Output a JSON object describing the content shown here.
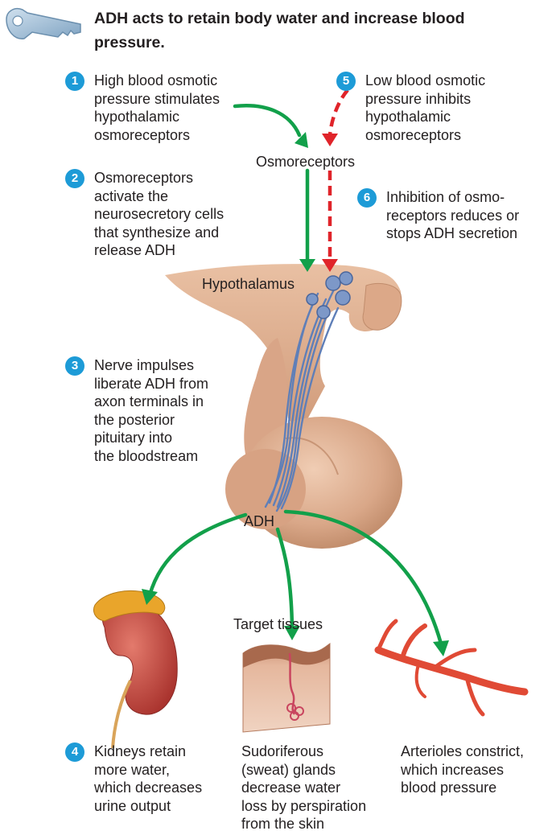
{
  "title": {
    "line1": "ADH acts to retain body water and increase blood",
    "line2": "pressure."
  },
  "steps": [
    {
      "number": "1",
      "text": "High blood osmotic\npressure stimulates\nhypothalamic\nosmoreceptors"
    },
    {
      "number": "2",
      "text": "Osmoreceptors\nactivate the\nneurosecretory cells\nthat synthesize and\nrelease ADH"
    },
    {
      "number": "3",
      "text": "Nerve impulses\nliberate ADH from\naxon terminals in\nthe posterior\npituitary into\nthe bloodstream"
    },
    {
      "number": "4",
      "text": "Kidneys retain\nmore water,\nwhich decreases\nurine output"
    },
    {
      "number": "5",
      "text": "Low blood osmotic\npressure inhibits\nhypothalamic\nosmoreceptors"
    },
    {
      "number": "6",
      "text": "Inhibition of osmo-\nreceptors reduces or\nstops ADH secretion"
    }
  ],
  "labels": {
    "osmoreceptors": "Osmoreceptors",
    "hypothalamus": "Hypothalamus",
    "adh": "ADH",
    "target_tissues": "Target tissues"
  },
  "targets": {
    "sweat_glands": "Sudoriferous\n(sweat) glands\ndecrease water\nloss by perspiration\nfrom the skin",
    "arterioles": "Arterioles constrict,\nwhich increases\nblood pressure"
  },
  "colors": {
    "badge": "#1d9bd7",
    "stimulate_arrow": "#12a04a",
    "inhibit_arrow": "#e0242a",
    "tissue": "#d9a788",
    "neuron": "#5f7fb8",
    "kidney": "#c9473f",
    "artery": "#e04a35"
  },
  "icons": [
    "key-icon",
    "hypothalamus-pituitary-illustration",
    "kidney-illustration",
    "skin-sweat-gland-illustration",
    "arteriole-illustration"
  ]
}
